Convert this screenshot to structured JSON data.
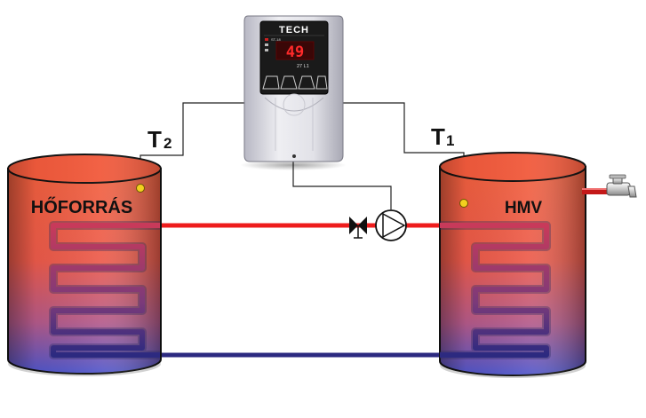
{
  "diagram": {
    "controller": {
      "brand": "TECH",
      "display_value": "49",
      "status_text": "ST-18",
      "indicator_text": "27 L1"
    },
    "sensors": {
      "t1": {
        "letter": "T",
        "subscript": "1"
      },
      "t2": {
        "letter": "T",
        "subscript": "2"
      }
    },
    "tanks": {
      "heat_source": {
        "label": "HŐFORRÁS"
      },
      "hot_water": {
        "label": "HMV"
      }
    },
    "colors": {
      "hot_line": "#ee1c1c",
      "cold_line": "#2c2a80",
      "sensor_dot": "#f3d01f",
      "tank_hot": "#f0503a",
      "tank_cold": "#4a50c8",
      "controller_body": "#d8d8e0",
      "controller_panel": "#1a1a1a",
      "display": "#ff2a2a"
    },
    "icons": [
      "controller-icon",
      "pump-icon",
      "valve-icon",
      "faucet-icon",
      "sensor-icon",
      "coil-icon"
    ]
  }
}
